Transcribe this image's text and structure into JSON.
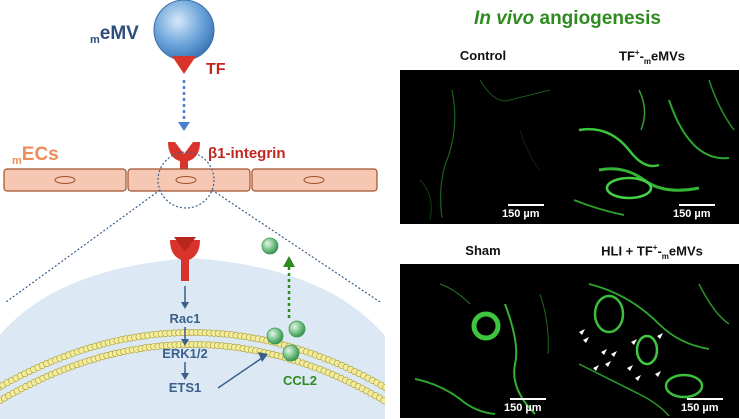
{
  "diagram": {
    "vesicle_label_sub": "m",
    "vesicle_label_main": "eMV",
    "tf_label": "TF",
    "ecs_label_sub": "m",
    "ecs_label_main": "ECs",
    "integrin_label": "β1-integrin",
    "pathway": [
      "Rac1",
      "ERK1/2",
      "ETS1"
    ],
    "ccl2_label": "CCL2",
    "colors": {
      "vesicle": "#5b9bd5",
      "receptor": "#d9342b",
      "cell": "#f6c7b3",
      "cell_border": "#a0522d",
      "cytoplasm": "#dce9f5",
      "pathway_text": "#3a5f8a",
      "ccl2": "#2e8b1f",
      "ec_label": "#f08c5a"
    }
  },
  "figure": {
    "title_italic": "In vivo",
    "title_rest": " angiogenesis",
    "panels": [
      {
        "title_main": "Control",
        "title_sup": "",
        "title_sub": "",
        "title_tail": "",
        "scale": "150 µm"
      },
      {
        "title_main": "TF",
        "title_sup": "+",
        "title_sub": "m",
        "title_tail": "eMVs",
        "title_mid": "-",
        "scale": "150 µm"
      },
      {
        "title_main": "Sham",
        "title_sup": "",
        "title_sub": "",
        "title_tail": "",
        "scale": "150 µm"
      },
      {
        "title_main": "HLI + TF",
        "title_sup": "+",
        "title_sub": "m",
        "title_tail": "eMVs",
        "title_mid": "-",
        "scale": "150 µm"
      }
    ]
  }
}
